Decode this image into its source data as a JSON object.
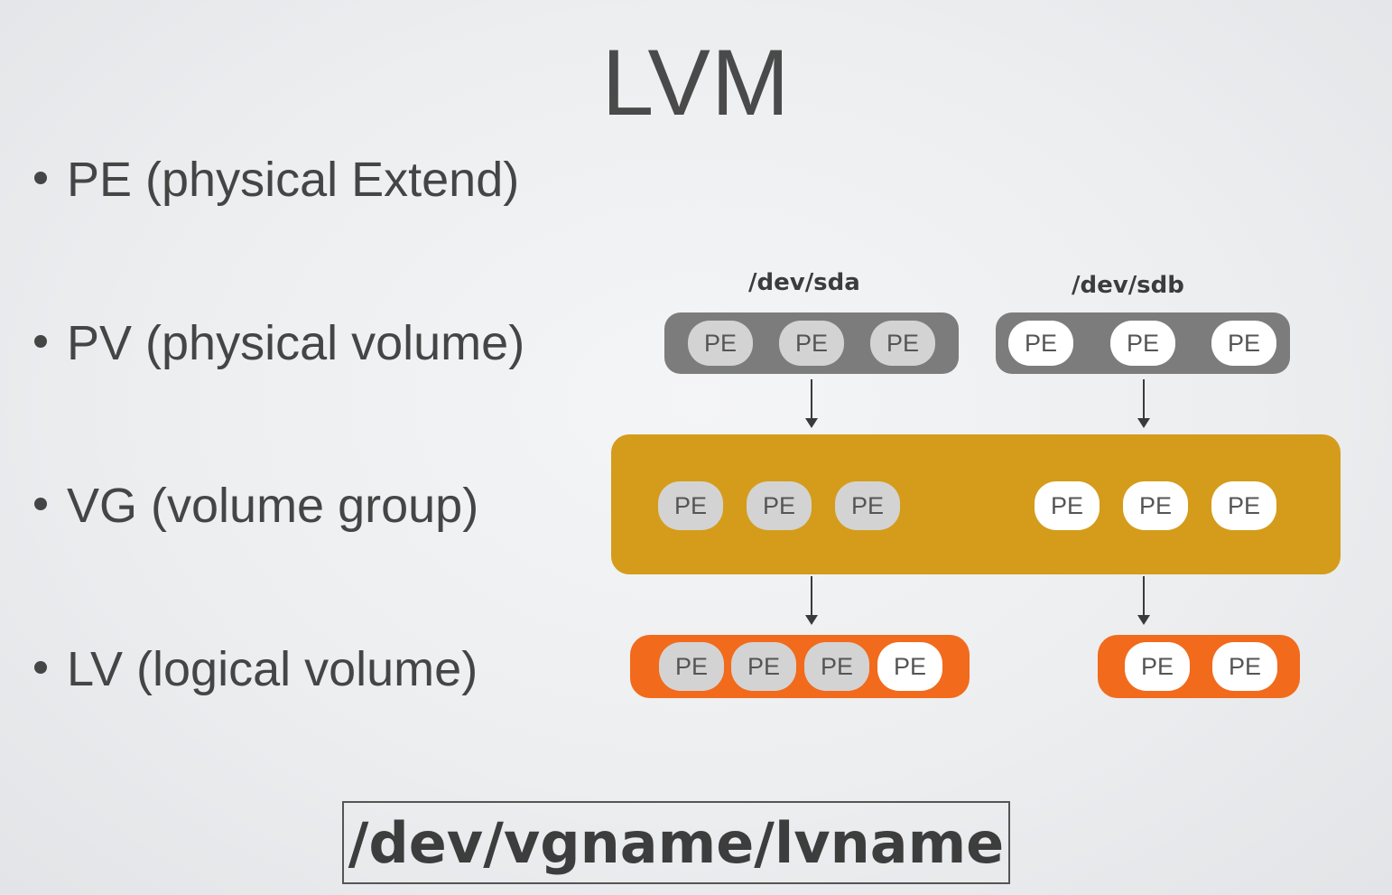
{
  "title": "LVM",
  "bullets": [
    "PE (physical Extend)",
    "PV (physical volume)",
    "VG (volume group)",
    "LV (logical volume)"
  ],
  "devices": {
    "sda": "/dev/sda",
    "sdb": "/dev/sdb"
  },
  "pe_label": "PE",
  "path": "/dev/vgname/lvname",
  "colors": {
    "pv_bar": "#7c7c7c",
    "vg_bar": "#d49c1a",
    "lv_bar": "#f26a1b",
    "pe_sda": "#d3d3d3",
    "pe_sdb": "#ffffff"
  }
}
